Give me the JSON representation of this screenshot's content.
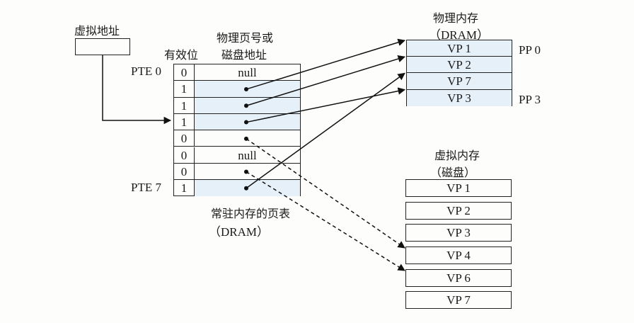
{
  "virtual_address": {
    "label": "虚拟地址"
  },
  "page_table": {
    "valid_header": "有效位",
    "ppn_header_line1": "物理页号或",
    "ppn_header_line2": "磁盘地址",
    "caption_line1": "常驻内存的页表",
    "caption_line2": "（DRAM）",
    "first_label": "PTE 0",
    "last_label": "PTE 7",
    "rows": [
      {
        "valid": "0",
        "content": "null",
        "kind": "null"
      },
      {
        "valid": "1",
        "content": "",
        "kind": "mem",
        "target": "VP 1"
      },
      {
        "valid": "1",
        "content": "",
        "kind": "mem",
        "target": "VP 2"
      },
      {
        "valid": "1",
        "content": "",
        "kind": "mem",
        "target": "VP 3"
      },
      {
        "valid": "0",
        "content": "",
        "kind": "disk",
        "target": "VP 4"
      },
      {
        "valid": "0",
        "content": "null",
        "kind": "null"
      },
      {
        "valid": "0",
        "content": "",
        "kind": "disk",
        "target": "VP 6"
      },
      {
        "valid": "1",
        "content": "",
        "kind": "mem",
        "target": "VP 7"
      }
    ]
  },
  "physical_memory": {
    "title_line1": "物理内存",
    "title_line2": "（DRAM）",
    "pages": [
      "VP 1",
      "VP 2",
      "VP 7",
      "VP 3"
    ],
    "pp_first": "PP 0",
    "pp_last": "PP 3"
  },
  "virtual_memory": {
    "title_line1": "虚拟内存",
    "title_line2": "（磁盘）",
    "pages": [
      "VP 1",
      "VP 2",
      "VP 3",
      "VP 4",
      "VP 6",
      "VP 7"
    ]
  },
  "colors": {
    "resident": "#e6f0f8",
    "line": "#111111"
  }
}
